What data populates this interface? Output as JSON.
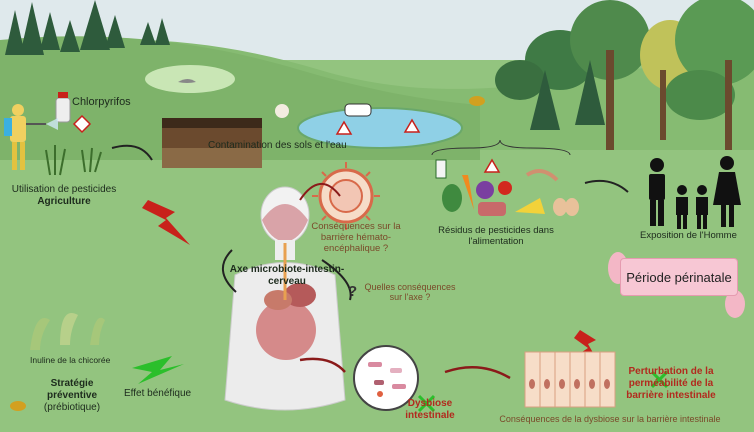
{
  "labels": {
    "chlorpyrifos": "Chlorpyrifos",
    "pesticide_use": "Utilisation de pesticides",
    "agriculture": "Agriculture",
    "soil_water": "Contamination des sols et l'eau",
    "bbb_consequences": "Conséquences sur la barrière hémato-encéphalique ?",
    "food_residues": "Résidus de pesticides dans l'alimentation",
    "human_exposure": "Exposition de l'Homme",
    "axis": "Axe microbiote-intestin-cerveau",
    "axis_question": "Quelles conséquences sur l'axe ?",
    "perinatal": "Période périnatale",
    "chicory": "Inuline de la chicorée",
    "strategy_1": "Stratégie",
    "strategy_2": "préventive",
    "strategy_3": "(prébiotique)",
    "beneficial": "Effet bénéfique",
    "dysbiosis": "Dysbiose intestinale",
    "perm_1": "Perturbation de la",
    "perm_2": "perméabilité de la",
    "perm_3": "barrière intestinale",
    "barrier_consequences": "Conséquences de la dysbiose sur la barrière intestinale"
  },
  "colors": {
    "sky": "#dfe9ec",
    "hill": "#7fb36a",
    "ground": "#93c47f",
    "alert_red": "#c8211b",
    "benefit_green": "#2bbf2b",
    "water": "#8fd0e6",
    "brain": "#d9a3a8",
    "body": "#eeeeee",
    "pink": "#f7c7d4"
  },
  "icons": [
    "sprayer-person-icon",
    "pesticide-bottle-icon",
    "hazard-icon",
    "lightning-icon",
    "family-icon",
    "baby-icon",
    "pregnant-woman-icon",
    "microbes-icon",
    "cross-icon",
    "question-icon"
  ]
}
